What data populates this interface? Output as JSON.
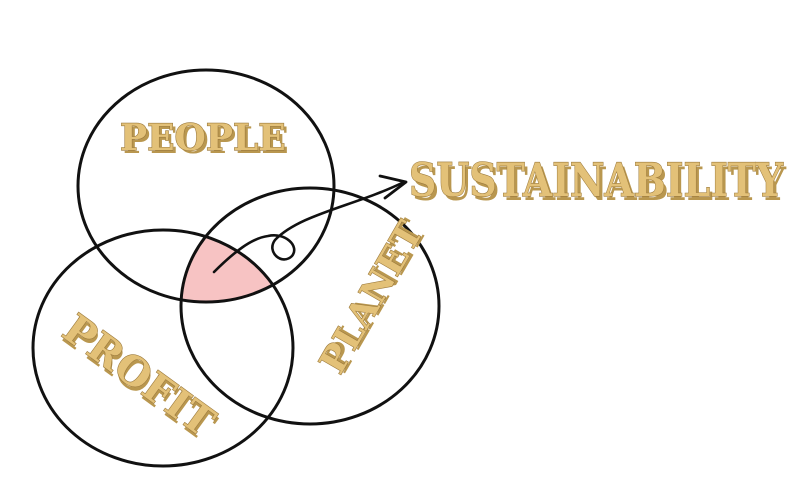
{
  "diagram": {
    "circles": {
      "people": "PEOPLE",
      "profit": "PROFIT",
      "planet": "PLANET"
    },
    "result": "SUSTAINABILITY",
    "colors": {
      "outline": "#111111",
      "overlap_highlight": "#f7c3c3",
      "letters": "#e3c178"
    }
  }
}
